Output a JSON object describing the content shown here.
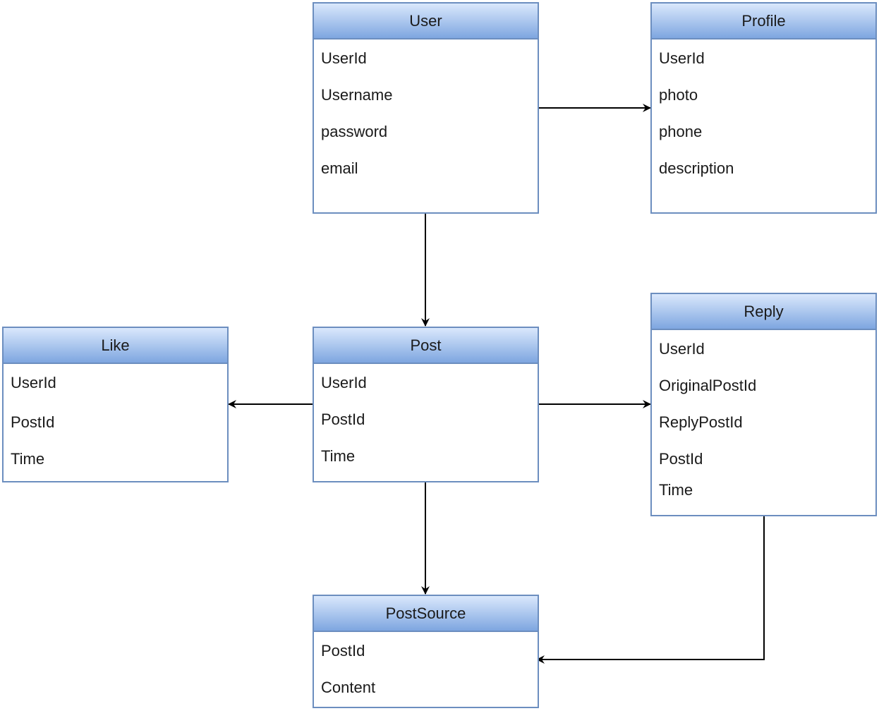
{
  "entities": {
    "user": {
      "title": "User",
      "fields": [
        "UserId",
        "Username",
        "password",
        "email"
      ]
    },
    "profile": {
      "title": "Profile",
      "fields": [
        "UserId",
        "photo",
        "phone",
        "description"
      ]
    },
    "post": {
      "title": "Post",
      "fields": [
        "UserId",
        "PostId",
        "Time"
      ]
    },
    "like": {
      "title": "Like",
      "fields": [
        "UserId",
        "PostId",
        "Time"
      ]
    },
    "reply": {
      "title": "Reply",
      "fields": [
        "UserId",
        "OriginalPostId",
        "ReplyPostId",
        "PostId",
        "Time"
      ]
    },
    "postsource": {
      "title": "PostSource",
      "fields": [
        "PostId",
        "Content"
      ]
    }
  },
  "colors": {
    "border": "#6c8ebf",
    "header_top": "#dae8fc",
    "header_bottom": "#7ea6e0",
    "edge": "#000000"
  }
}
